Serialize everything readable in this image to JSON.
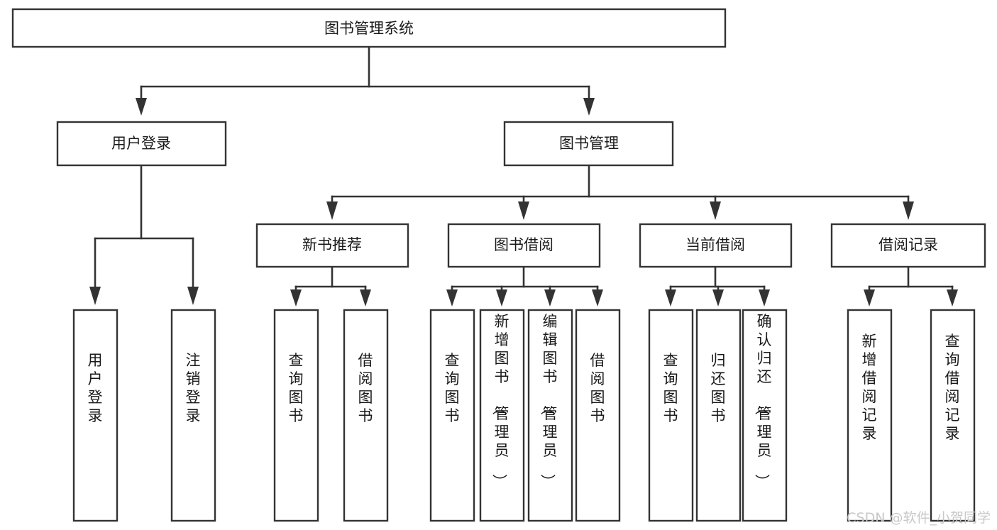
{
  "diagram": {
    "type": "tree-hierarchy-chart",
    "title": "图书管理系统",
    "root": {
      "id": "root",
      "label": "图书管理系统",
      "level": 0
    },
    "level2": [
      {
        "id": "user-login",
        "label": "用户登录"
      },
      {
        "id": "book-manage",
        "label": "图书管理"
      }
    ],
    "level3": [
      {
        "id": "new-book-recommend",
        "label": "新书推荐",
        "parent": "book-manage"
      },
      {
        "id": "book-borrow",
        "label": "图书借阅",
        "parent": "book-manage"
      },
      {
        "id": "current-borrow",
        "label": "当前借阅",
        "parent": "book-manage"
      },
      {
        "id": "borrow-record",
        "label": "借阅记录",
        "parent": "book-manage"
      }
    ],
    "leaves": [
      {
        "id": "leaf-user-login",
        "label": "用户登录",
        "parent": "user-login"
      },
      {
        "id": "leaf-user-logout",
        "label": "注销登录",
        "parent": "user-login"
      },
      {
        "id": "leaf-query-book-1",
        "label": "查询图书",
        "parent": "new-book-recommend"
      },
      {
        "id": "leaf-borrow-book-1",
        "label": "借阅图书",
        "parent": "new-book-recommend"
      },
      {
        "id": "leaf-query-book-2",
        "label": "查询图书",
        "parent": "book-borrow"
      },
      {
        "id": "leaf-add-book",
        "label": "新增图书（管理员）",
        "parent": "book-borrow"
      },
      {
        "id": "leaf-edit-book",
        "label": "编辑图书（管理员）",
        "parent": "book-borrow"
      },
      {
        "id": "leaf-borrow-book-2",
        "label": "借阅图书",
        "parent": "book-borrow"
      },
      {
        "id": "leaf-query-book-3",
        "label": "查询图书",
        "parent": "current-borrow"
      },
      {
        "id": "leaf-return-book",
        "label": "归还图书",
        "parent": "current-borrow"
      },
      {
        "id": "leaf-confirm-return",
        "label": "确认归还（管理员）",
        "parent": "current-borrow"
      },
      {
        "id": "leaf-add-record",
        "label": "新增借阅记录",
        "parent": "borrow-record"
      },
      {
        "id": "leaf-query-record",
        "label": "查询借阅记录",
        "parent": "borrow-record"
      }
    ],
    "colors": {
      "box_stroke": "#333333",
      "box_fill": "#ffffff",
      "text": "#1a1a1a",
      "connector": "#333333",
      "background": "#ffffff",
      "watermark": "#c8c8c8"
    }
  },
  "watermark": {
    "label": "CSDN @软件_小贺同学"
  }
}
